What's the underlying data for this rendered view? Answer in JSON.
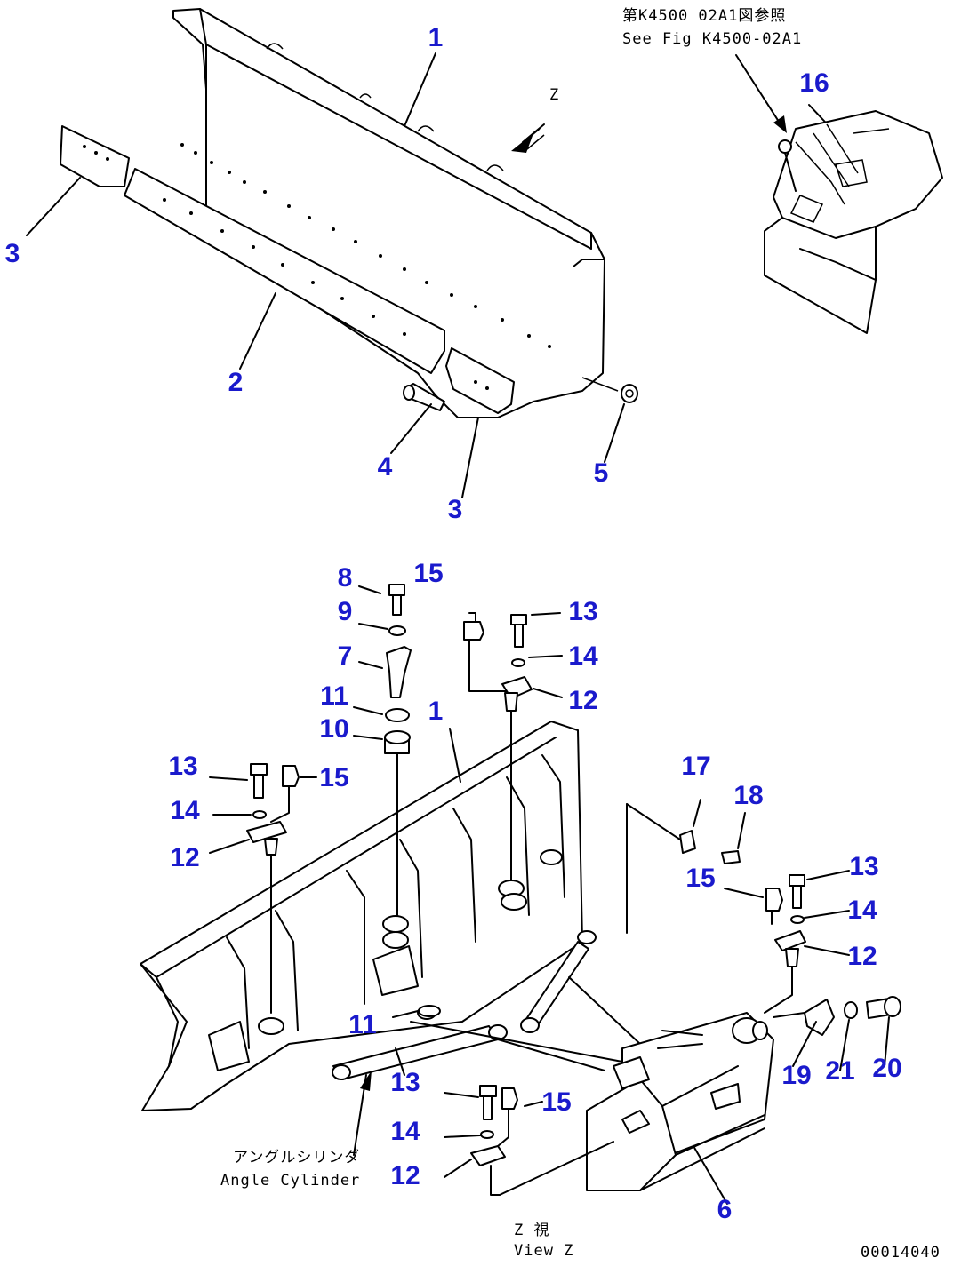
{
  "diagram": {
    "reference_note_jp": "第K4500 02A1図参照",
    "reference_note_en": "See Fig K4500-02A1",
    "view_arrow_label": "Z",
    "angle_cylinder_jp": "アングルシリンダ",
    "angle_cylinder_en": "Angle Cylinder",
    "view_title_jp": "Z 視",
    "view_title_en": "View Z",
    "figure_code": "00014040",
    "callouts": [
      "1",
      "3",
      "2",
      "4",
      "3",
      "5",
      "16",
      "8",
      "15",
      "13",
      "9",
      "14",
      "7",
      "12",
      "11",
      "1",
      "10",
      "13",
      "15",
      "14",
      "12",
      "17",
      "18",
      "13",
      "15",
      "14",
      "12",
      "11",
      "13",
      "15",
      "19",
      "21",
      "20",
      "14",
      "12",
      "6"
    ],
    "colors": {
      "callout": "#1a1acc",
      "line": "#000000"
    }
  }
}
